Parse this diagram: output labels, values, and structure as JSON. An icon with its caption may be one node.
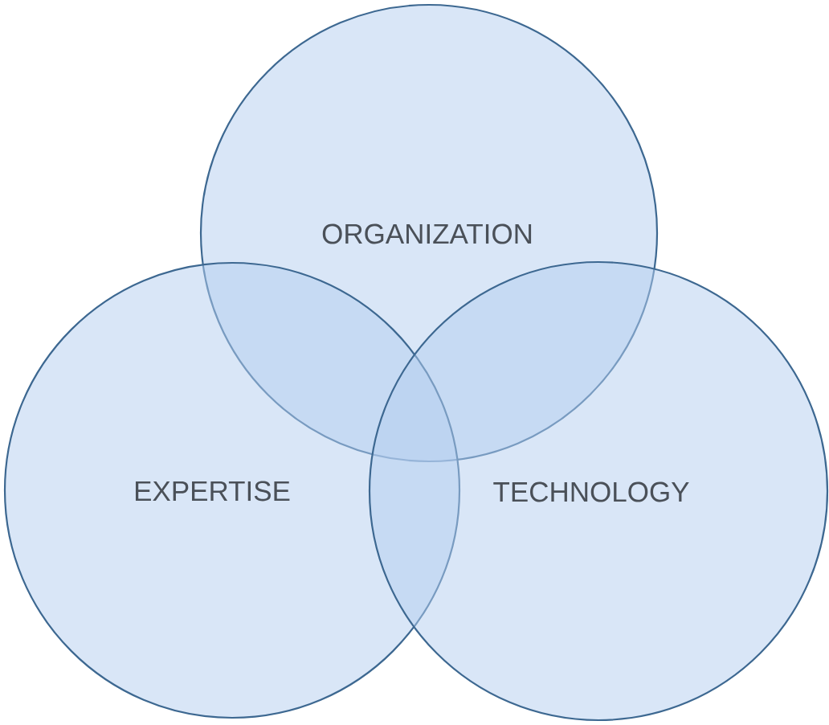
{
  "diagram": {
    "nodes": [
      {
        "text": [
          "ORGANIZATION"
        ]
      },
      {
        "text": [
          "EXPERTISE"
        ]
      },
      {
        "text": [
          "TECHNOLOGY"
        ]
      }
    ]
  }
}
